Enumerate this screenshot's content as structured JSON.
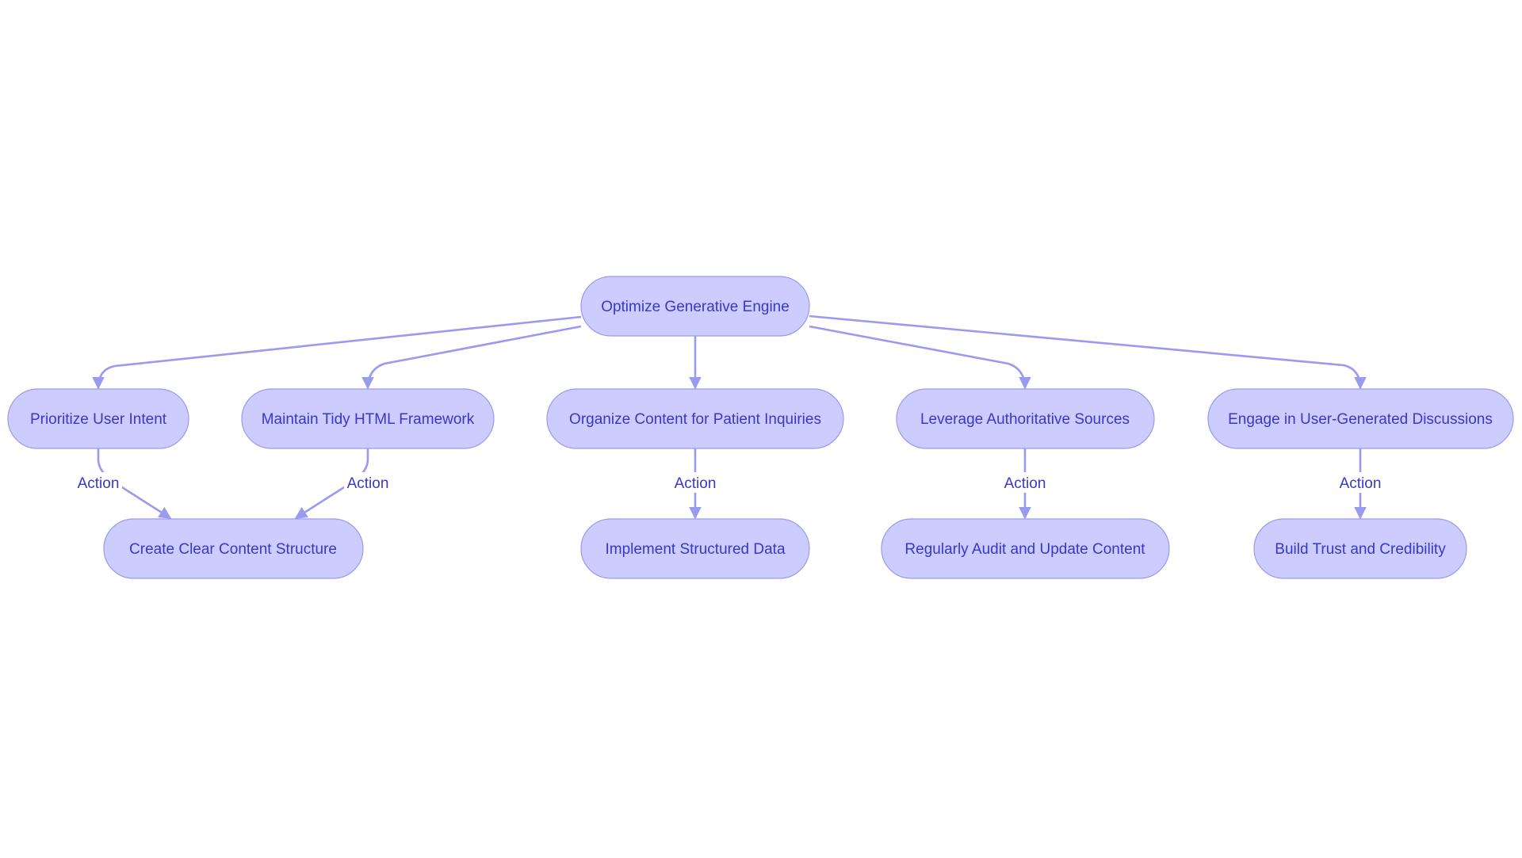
{
  "diagram": {
    "colors": {
      "node_fill": "#ccccff",
      "node_stroke": "#9a9ae8",
      "text": "#3838c8",
      "edge": "#9a9aee"
    },
    "nodes": {
      "root": "Optimize Generative Engine",
      "prioritize": "Prioritize User Intent",
      "maintain": "Maintain Tidy HTML Framework",
      "organize": "Organize Content for Patient Inquiries",
      "leverage": "Leverage Authoritative Sources",
      "engage": "Engage in User-Generated Discussions",
      "clear": "Create Clear Content Structure",
      "implement": "Implement Structured Data",
      "audit": "Regularly Audit and Update Content",
      "trust": "Build Trust and Credibility"
    },
    "edge_labels": {
      "prioritize_clear": "Action",
      "maintain_clear": "Action",
      "organize_implement": "Action",
      "leverage_audit": "Action",
      "engage_trust": "Action"
    }
  }
}
